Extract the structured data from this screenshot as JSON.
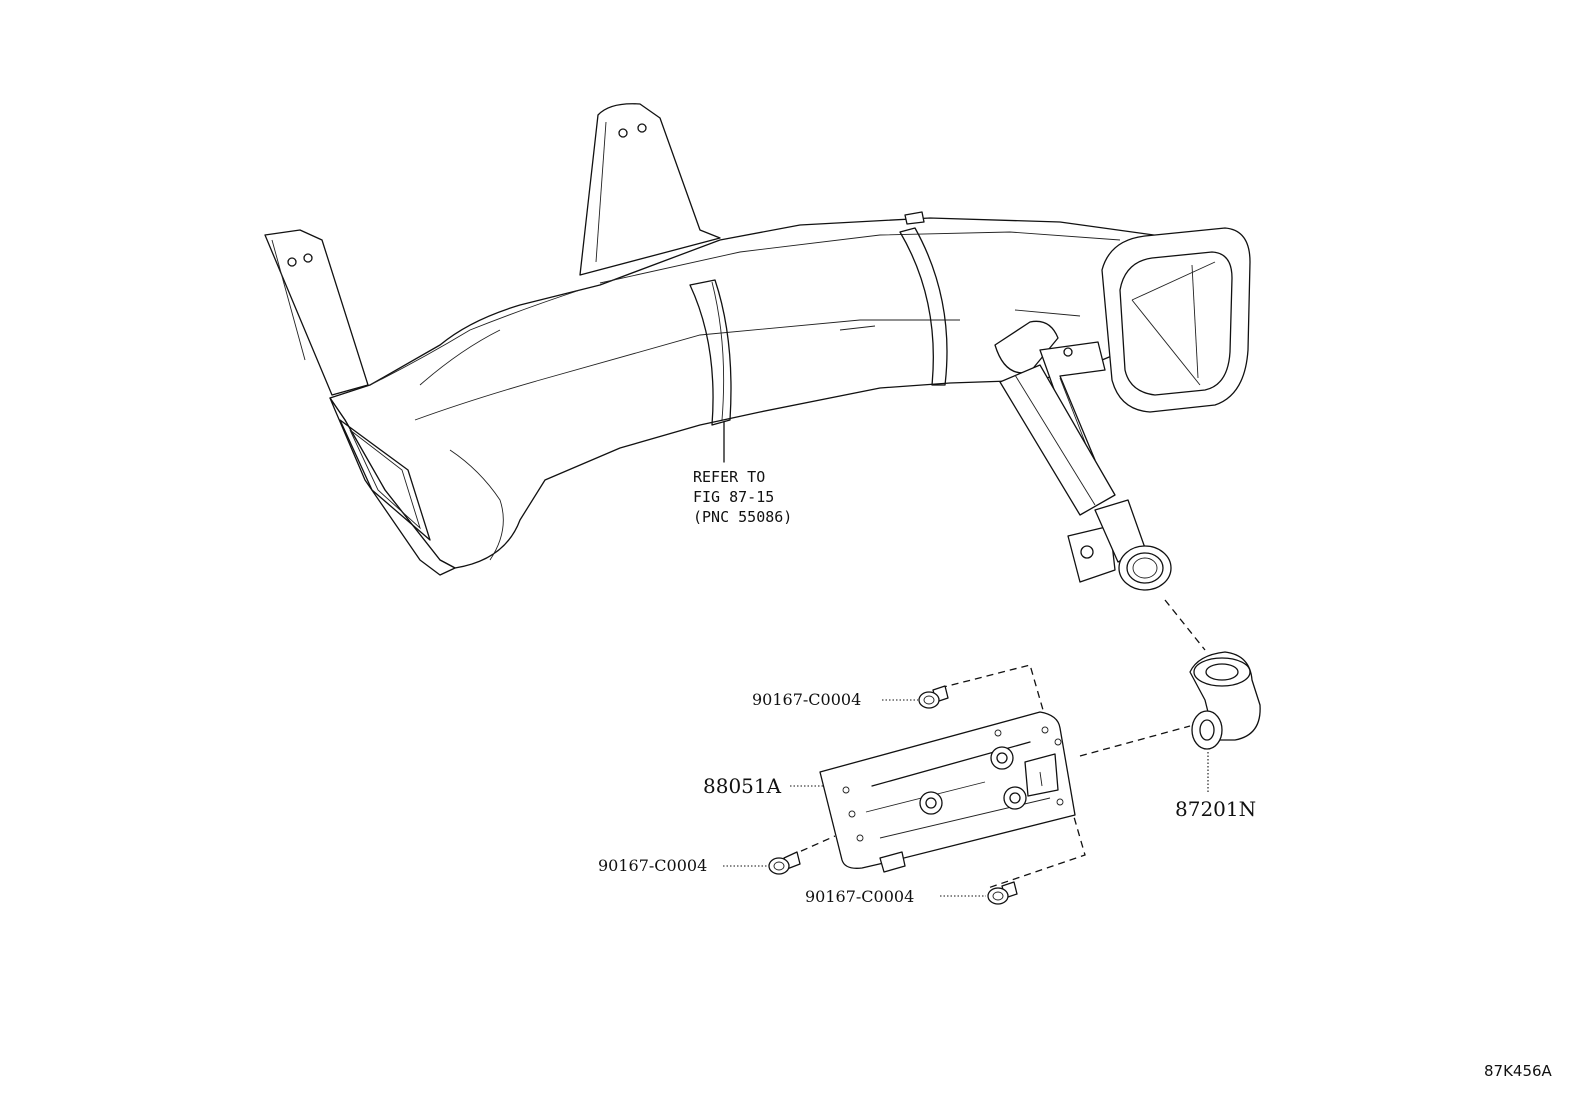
{
  "diagram": {
    "reference_note": {
      "line1": "REFER TO",
      "line2": "FIG 87-15",
      "line3": "(PNC 55086)"
    },
    "labels": {
      "bolt_top": "90167-C0004",
      "bolt_left": "90167-C0004",
      "bolt_bottom": "90167-C0004",
      "bracket": "88051A",
      "connector": "87201N"
    },
    "illustration_code": "87K456A"
  }
}
